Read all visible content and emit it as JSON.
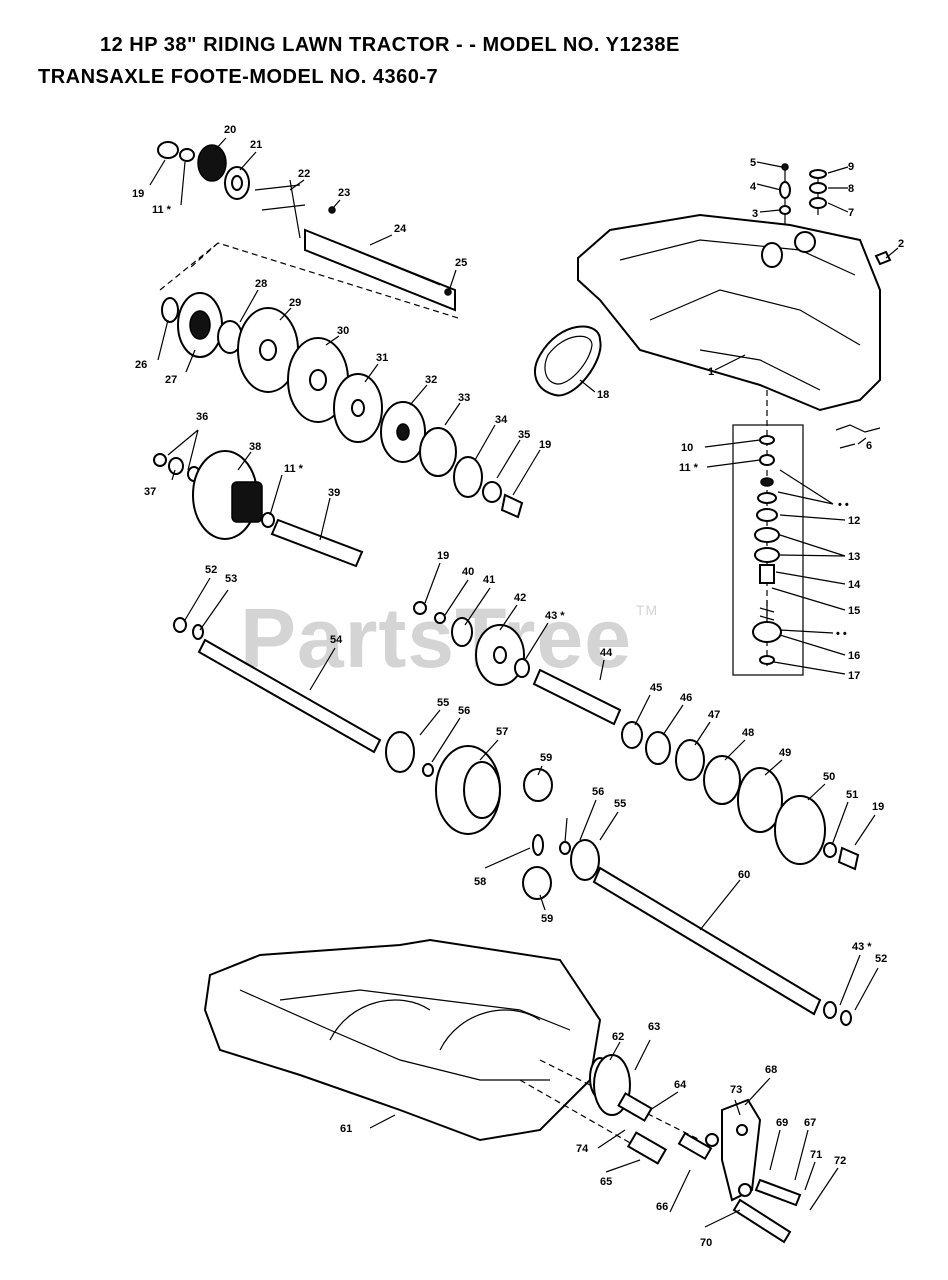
{
  "titles": {
    "line1": "12 HP 38\" RIDING LAWN TRACTOR - - MODEL NO. Y1238E",
    "line2": "TRANSAXLE FOOTE-MODEL NO. 4360-7"
  },
  "watermark": {
    "text": "PartsTree",
    "tm": "TM"
  },
  "labels": {
    "p1": "1",
    "p2": "2",
    "p3": "3",
    "p4": "4",
    "p5": "5",
    "p6": "6",
    "p7": "7",
    "p8": "8",
    "p9": "9",
    "p10": "10",
    "p11a": "11 *",
    "p11b": "11 *",
    "p11c": "11 *",
    "p12": "12",
    "p13": "13",
    "p14": "14",
    "p15": "15",
    "p16": "16",
    "p17": "17",
    "p18": "18",
    "p19a": "19",
    "p19b": "19",
    "p19c": "19",
    "p19d": "19",
    "p20": "20",
    "p21": "21",
    "p22": "22",
    "p23": "23",
    "p24": "24",
    "p25": "25",
    "p26": "26",
    "p27": "27",
    "p28": "28",
    "p29": "29",
    "p30": "30",
    "p31": "31",
    "p32": "32",
    "p33": "33",
    "p34": "34",
    "p35": "35",
    "p36": "36",
    "p37": "37",
    "p38": "38",
    "p39": "39",
    "p40": "40",
    "p41": "41",
    "p42": "42",
    "p43a": "43 *",
    "p43b": "43 *",
    "p44": "44",
    "p45": "45",
    "p46": "46",
    "p47": "47",
    "p48": "48",
    "p49": "49",
    "p50": "50",
    "p51": "51",
    "p52a": "52",
    "p52b": "52",
    "p53": "53",
    "p54": "54",
    "p55a": "55",
    "p55b": "55",
    "p56a": "56",
    "p56b": "56",
    "p57": "57",
    "p58": "58",
    "p59a": "59",
    "p59b": "59",
    "p60": "60",
    "p61": "61",
    "p62": "62",
    "p63": "63",
    "p64": "64",
    "p65": "65",
    "p66": "66",
    "p67": "67",
    "p68": "68",
    "p69": "69",
    "p70": "70",
    "p71": "71",
    "p72": "72",
    "p73": "73",
    "p74": "74",
    "dots12": "• •",
    "dots15": "• •"
  }
}
